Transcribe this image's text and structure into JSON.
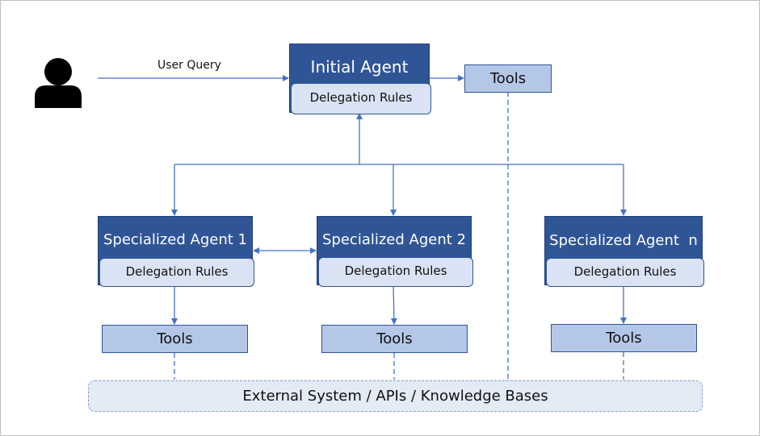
{
  "user": {
    "query_label": "User Query",
    "icon": "user-icon"
  },
  "initial_agent": {
    "title": "Initial Agent",
    "rules": "Delegation Rules"
  },
  "initial_tools": {
    "label": "Tools"
  },
  "agents": [
    {
      "title": "Specialized Agent 1",
      "rules": "Delegation Rules",
      "tools": "Tools"
    },
    {
      "title": "Specialized Agent 2",
      "rules": "Delegation Rules",
      "tools": "Tools"
    },
    {
      "title": "Specialized Agent  n",
      "rules": "Delegation Rules",
      "tools": "Tools"
    }
  ],
  "external": {
    "label": "External System / APIs / Knowledge Bases"
  },
  "colors": {
    "agent_fill": "#2f5597",
    "rules_fill": "#dae3f3",
    "tools_fill": "#b4c7e7",
    "external_fill": "#e4ebf5",
    "connector": "#4472c4"
  }
}
